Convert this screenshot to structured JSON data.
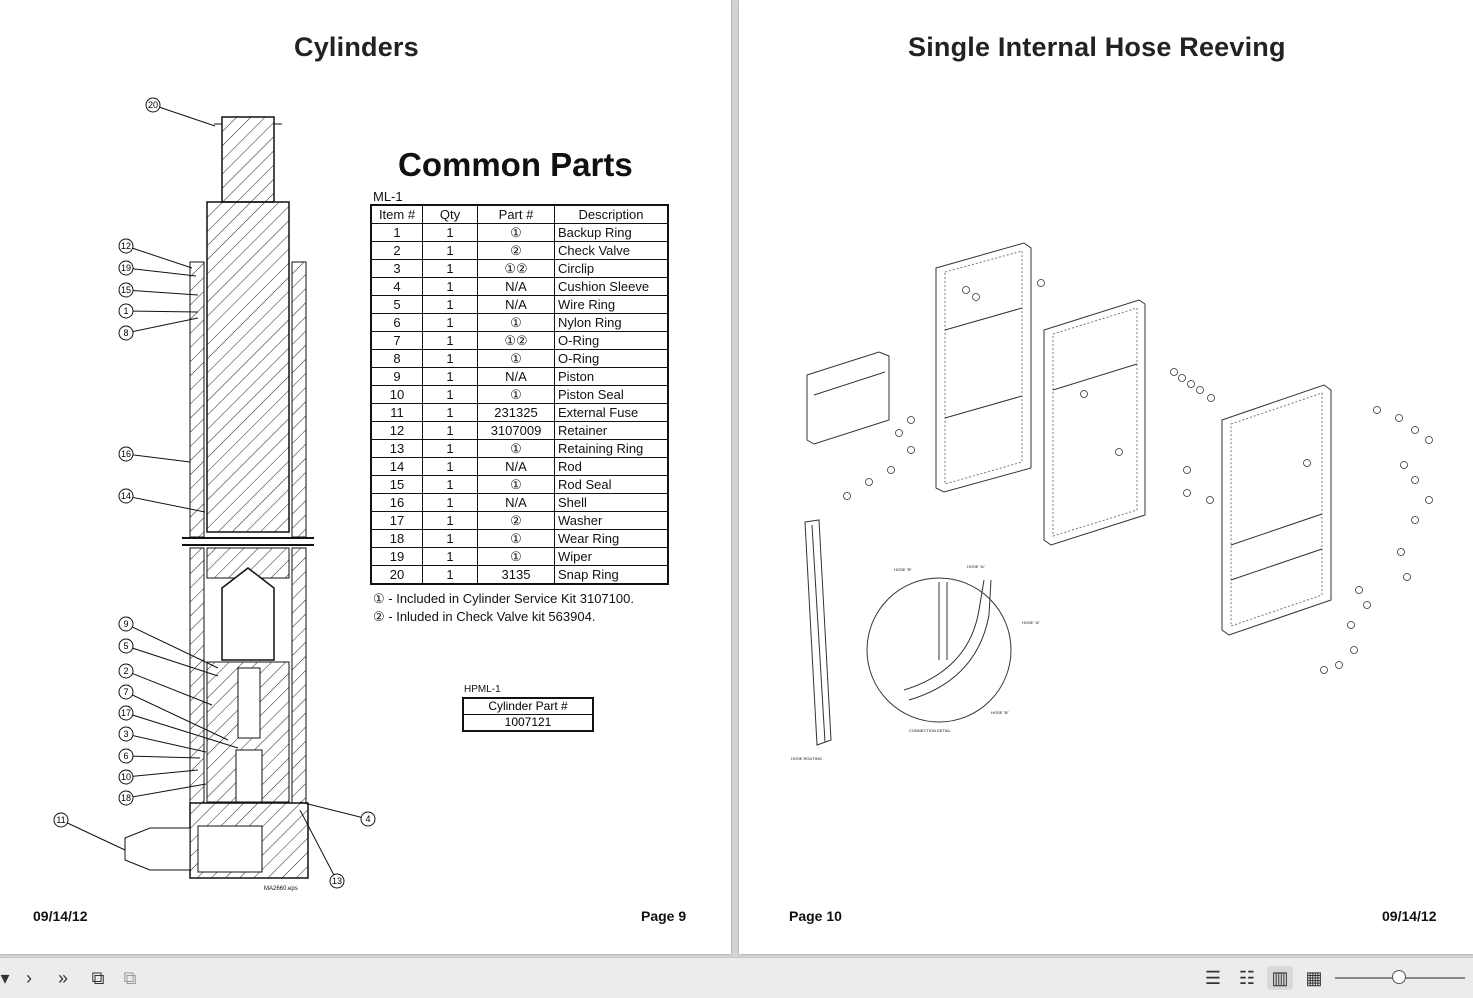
{
  "left_page": {
    "title": "Cylinders",
    "common_heading": "Common Parts",
    "model_label": "ML-1",
    "columns": [
      "Item #",
      "Qty",
      "Part #",
      "Description"
    ],
    "rows": [
      [
        "1",
        "1",
        "①",
        "Backup Ring"
      ],
      [
        "2",
        "1",
        "②",
        "Check Valve"
      ],
      [
        "3",
        "1",
        "①②",
        "Circlip"
      ],
      [
        "4",
        "1",
        "N/A",
        "Cushion Sleeve"
      ],
      [
        "5",
        "1",
        "N/A",
        "Wire Ring"
      ],
      [
        "6",
        "1",
        "①",
        "Nylon Ring"
      ],
      [
        "7",
        "1",
        "①②",
        "O-Ring"
      ],
      [
        "8",
        "1",
        "①",
        "O-Ring"
      ],
      [
        "9",
        "1",
        "N/A",
        "Piston"
      ],
      [
        "10",
        "1",
        "①",
        "Piston Seal"
      ],
      [
        "11",
        "1",
        "231325",
        "External Fuse"
      ],
      [
        "12",
        "1",
        "3107009",
        "Retainer"
      ],
      [
        "13",
        "1",
        "①",
        "Retaining Ring"
      ],
      [
        "14",
        "1",
        "N/A",
        "Rod"
      ],
      [
        "15",
        "1",
        "①",
        "Rod Seal"
      ],
      [
        "16",
        "1",
        "N/A",
        "Shell"
      ],
      [
        "17",
        "1",
        "②",
        "Washer"
      ],
      [
        "18",
        "1",
        "①",
        "Wear Ring"
      ],
      [
        "19",
        "1",
        "①",
        "Wiper"
      ],
      [
        "20",
        "1",
        "3135",
        "Snap Ring"
      ]
    ],
    "notes": [
      "① - Included in Cylinder Service Kit 3107100.",
      "② - Inluded in Check Valve kit 563904."
    ],
    "hpml_label": "HPML-1",
    "cylinder_header": "Cylinder Part #",
    "cylinder_value": "1007121",
    "drawing_ref": "MA2660.eps",
    "callouts": [
      "20",
      "12",
      "19",
      "15",
      "1",
      "8",
      "16",
      "14",
      "9",
      "5",
      "2",
      "7",
      "17",
      "3",
      "6",
      "10",
      "18",
      "11",
      "4",
      "13"
    ],
    "date": "09/14/12",
    "page": "Page 9"
  },
  "right_page": {
    "title": "Single Internal Hose Reeving",
    "date": "09/14/12",
    "page": "Page 10",
    "hose_a": "HOSE \"A\"",
    "hose_b": "HOSE \"B\"",
    "connection_detail": "CONNECTION DETAIL",
    "hose_routing": "HOSE ROUTING"
  },
  "toolbar": {
    "icons": [
      "prev-arrow-icon",
      "next-page-icon",
      "last-page-icon",
      "rotate-icon",
      "rotate-alt-icon",
      "single-page-icon",
      "continuous-icon",
      "two-page-icon",
      "two-page-continuous-icon",
      "zoom-slider"
    ]
  }
}
